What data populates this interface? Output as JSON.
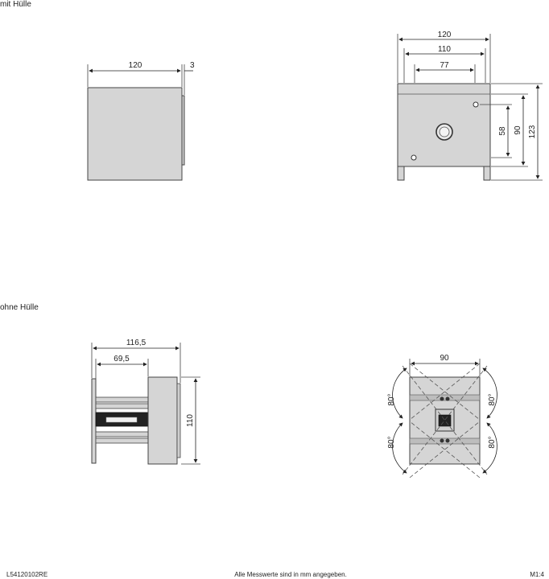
{
  "sections": {
    "with_housing": "mit Hülle",
    "without_housing": "ohne Hülle"
  },
  "dimensions": {
    "side_width": "120",
    "side_depth": "3",
    "front_outer": "120",
    "front_inner": "110",
    "front_hole_spacing": "77",
    "front_h_58": "58",
    "front_h_90": "90",
    "front_h_123": "123",
    "insert_depth": "116,5",
    "insert_frame": "69,5",
    "insert_height": "110",
    "beam_width": "90",
    "beam_angle_tl": "80°",
    "beam_angle_tr": "80°",
    "beam_angle_bl": "80°",
    "beam_angle_br": "80°"
  },
  "footer": {
    "article": "L54120102RE",
    "note": "Alle Messwerte sind in mm angegeben.",
    "scale": "M1:4"
  }
}
